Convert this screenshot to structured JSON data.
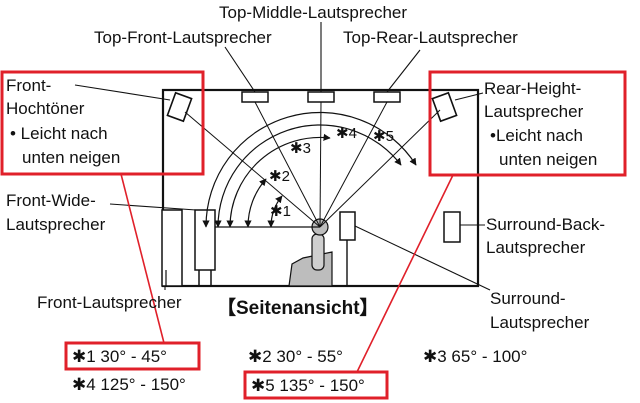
{
  "labels": {
    "top_middle": "Top-Middle-Lautsprecher",
    "top_front": "Top-Front-Lautsprecher",
    "top_rear": "Top-Rear-Lautsprecher",
    "front_hochtoner_1": "Front-",
    "front_hochtoner_2": "Hochtöner",
    "front_tilt_1": "• Leicht nach",
    "front_tilt_2": "unten neigen",
    "rear_height_1": "Rear-Height-",
    "rear_height_2": "Lautsprecher",
    "rear_tilt_1": "•Leicht nach",
    "rear_tilt_2": "unten neigen",
    "front_wide_1": "Front-Wide-",
    "front_wide_2": "Lautsprecher",
    "surround_back_1": "Surround-Back-",
    "surround_back_2": "Lautsprecher",
    "front": "Front-Lautsprecher",
    "surround_1": "Surround-",
    "surround_2": "Lautsprecher",
    "view_title": "【Seitenansicht】"
  },
  "arcs": {
    "a1": "✱1",
    "a2": "✱2",
    "a3": "✱3",
    "a4": "✱4",
    "a5": "✱5"
  },
  "angles": {
    "n1": "✱1 30° - 45°",
    "n2": "✱2 30° - 55°",
    "n3": "✱3 65° - 100°",
    "n4": "✱4 125° - 150°",
    "n5": "✱5 135° - 150°"
  },
  "colors": {
    "highlight": "#e0202a",
    "line": "#111111"
  }
}
